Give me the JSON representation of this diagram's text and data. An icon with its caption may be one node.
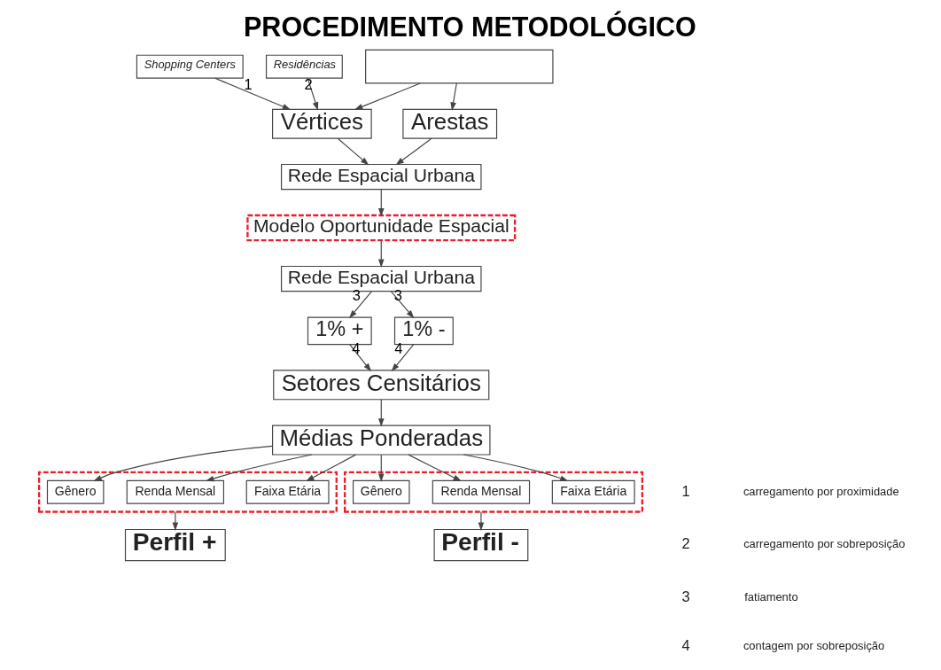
{
  "diagram": {
    "title": "PROCEDIMENTO METODOLÓGICO",
    "nodes": [
      {
        "text": [],
        "shape": "box"
      },
      {
        "text": [
          "Shopping Centers"
        ]
      },
      {
        "text": [
          "Residências"
        ]
      },
      {
        "text": [
          "Vértices"
        ]
      },
      {
        "text": [
          "Arestas"
        ]
      },
      {
        "text": [
          "Rede Espacial Urbana"
        ]
      },
      {
        "text": [
          "Modelo Oportunidade Espacial"
        ]
      },
      {
        "text": [
          "Rede Espacial Urbana"
        ]
      },
      {
        "text": [
          "1% +"
        ]
      },
      {
        "text": [
          "1% -"
        ]
      },
      {
        "text": [
          "Setores Censitários"
        ]
      },
      {
        "text": [
          "Médias Ponderadas"
        ]
      },
      {
        "text": [],
        "shape": "box"
      },
      {
        "text": [
          "Faixa Etária"
        ],
        "in": 12
      },
      {
        "text": [
          "Renda Mensal"
        ],
        "in": 12
      },
      {
        "text": [
          "Gênero"
        ],
        "in": 12
      },
      {
        "text": [],
        "shape": "box"
      },
      {
        "text": [
          "Faixa Etária"
        ],
        "in": 16
      },
      {
        "text": [
          "Renda Mensal"
        ],
        "in": 16
      },
      {
        "text": [
          "Gênero"
        ],
        "in": 16
      },
      {
        "text": [
          "Perfil +"
        ]
      },
      {
        "text": [
          "Perfil -"
        ]
      }
    ],
    "edges": [
      {
        "from": 0,
        "to": 3,
        "arrow": "to"
      },
      {
        "from": 0,
        "to": 4,
        "arrow": "to"
      },
      {
        "from": 1,
        "to": 3,
        "arrow": "to",
        "label": "1"
      },
      {
        "from": 2,
        "to": 3,
        "arrow": "to",
        "label": "2"
      },
      {
        "from": 3,
        "to": 5,
        "arrow": "to"
      },
      {
        "from": 4,
        "to": 5,
        "arrow": "to"
      },
      {
        "from": 5,
        "to": 6,
        "arrow": "to"
      },
      {
        "from": 6,
        "to": 7,
        "arrow": "to"
      },
      {
        "from": 7,
        "to": 8,
        "arrow": "to",
        "label": "3"
      },
      {
        "from": 7,
        "to": 9,
        "arrow": "to",
        "label": "3"
      },
      {
        "from": 8,
        "to": 10,
        "arrow": "to",
        "label": "4"
      },
      {
        "from": 9,
        "to": 10,
        "arrow": "to",
        "label": "4"
      },
      {
        "from": 10,
        "to": 11,
        "arrow": "to"
      },
      {
        "from": 11,
        "to": 13,
        "arrow": "to"
      },
      {
        "from": 11,
        "to": 14,
        "arrow": "to"
      },
      {
        "from": 11,
        "to": 15,
        "arrow": "to"
      },
      {
        "from": 11,
        "to": 17,
        "arrow": "to"
      },
      {
        "from": 11,
        "to": 18,
        "arrow": "to"
      },
      {
        "from": 11,
        "to": 19,
        "arrow": "to"
      },
      {
        "from": 12,
        "to": 20,
        "arrow": "to"
      },
      {
        "from": 16,
        "to": 21,
        "arrow": "to"
      }
    ],
    "labels": [
      "1",
      "carregamento por proximidade",
      "2",
      "carregamento por sobreposição",
      "3",
      "fatiamento",
      "4",
      "contagem por sobreposição"
    ]
  }
}
